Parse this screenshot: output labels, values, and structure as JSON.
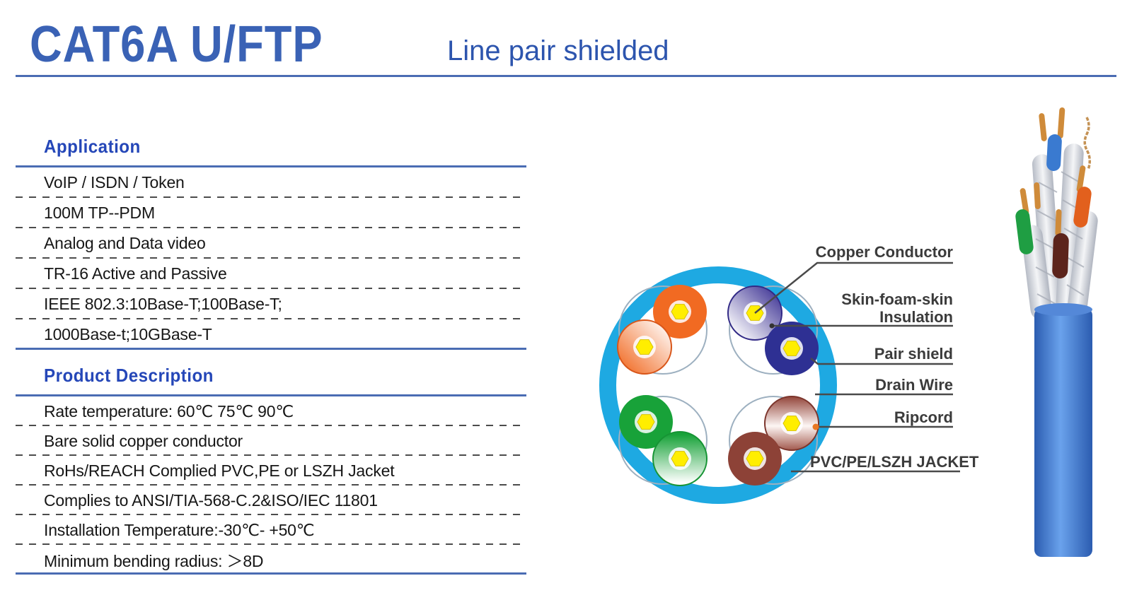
{
  "header": {
    "title": "CAT6A U/FTP",
    "subtitle": "Line pair shielded"
  },
  "application": {
    "heading": "Application",
    "items": [
      "VoIP / ISDN / Token",
      "100M TP--PDM",
      "Analog and Data video",
      "TR-16 Active and Passive",
      "IEEE 802.3:10Base-T;100Base-T;",
      "1000Base-t;10GBase-T"
    ]
  },
  "product_description": {
    "heading": "Product Description",
    "items": [
      "Rate temperature: 60℃ 75℃  90℃",
      "Bare solid copper conductor",
      "RoHs/REACH Complied PVC,PE or LSZH Jacket",
      "Complies to ANSI/TIA-568-C.2&ISO/IEC 11801",
      "Installation Temperature:-30℃- +50℃",
      "Minimum bending radius: ＞8D"
    ]
  },
  "diagram": {
    "labels": {
      "copper_conductor": "Copper Conductor",
      "insulation_line1": "Skin-foam-skin",
      "insulation_line2": "Insulation",
      "pair_shield": "Pair shield",
      "drain_wire": "Drain Wire",
      "ripcord": "Ripcord",
      "jacket": "PVC/PE/LSZH JACKET"
    },
    "colors": {
      "jacket_ring": "#1ea9e2",
      "pair_orange": "#f16a22",
      "pair_blue": "#2e3093",
      "pair_violet": "#3a2f92",
      "pair_green": "#18a239",
      "pair_brown": "#8d4237",
      "conductor_yellow": "#ffee00",
      "ripcord_dot": "#e87722"
    }
  },
  "cable_photo": {
    "jacket_color": "#3570c8"
  }
}
